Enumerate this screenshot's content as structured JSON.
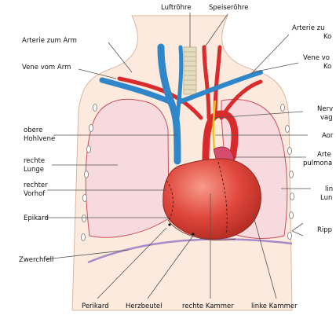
{
  "labels": {
    "trachea": "Luftröhre",
    "esophagus": "Speiseröhre",
    "artery_arm": "Arterie zum Arm",
    "artery_head_1": "Arterie zu",
    "artery_head_2": "Ko",
    "vein_arm": "Vene vom Arm",
    "vein_head_1": "Vene vo",
    "vein_head_2": "Ko",
    "nerve_1": "Nerv",
    "nerve_2": "vag",
    "aorta": "Aor",
    "pulm_art_1": "Arte",
    "pulm_art_2": "pulmona",
    "svc_1": "obere",
    "svc_2": "Hohlvene",
    "right_lung_1": "rechte",
    "right_lung_2": "Lunge",
    "right_atrium_1": "rechter",
    "right_atrium_2": "Vorhof",
    "left_lung_1": "lin",
    "left_lung_2": "Lun",
    "epicardium": "Epikard",
    "ribs": "Ripp",
    "diaphragm": "Zwerchfell",
    "pericardium": "Perikard",
    "pericardial_sac": "Herzbeutel",
    "right_ventricle": "rechte Kammer",
    "left_ventricle": "linke Kammer"
  },
  "colors": {
    "skin": "#fbeadd",
    "lung": "#f6dadd",
    "lung_outline": "#c9505e",
    "vein": "#2f86c8",
    "artery": "#d92b2b",
    "heart": "#e0473c",
    "trachea": "#e4dcc0",
    "nerve": "#f0c21e",
    "diaphragm": "#a78bc7"
  }
}
